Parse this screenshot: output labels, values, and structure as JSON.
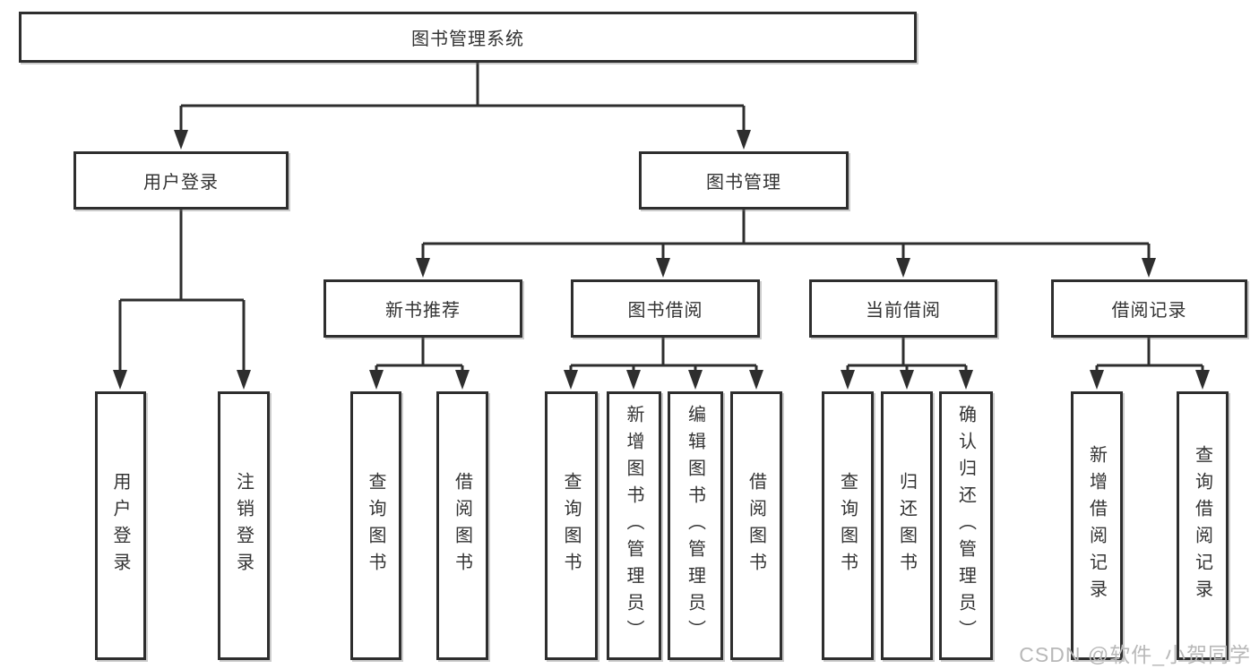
{
  "diagram": {
    "type": "hierarchy-chart",
    "line_color": "#2e2e2e",
    "box_fill": "#ffffff",
    "text_color": "#333333",
    "watermark": {
      "text": "CSDN @软件_小贺同学",
      "color": "#b8b8b8"
    },
    "tree": {
      "label": "图书管理系统",
      "children": [
        {
          "label": "用户登录",
          "children": [
            {
              "label": "用户登录"
            },
            {
              "label": "注销登录"
            }
          ]
        },
        {
          "label": "图书管理",
          "children": [
            {
              "label": "新书推荐",
              "children": [
                {
                  "label": "查询图书"
                },
                {
                  "label": "借阅图书"
                }
              ]
            },
            {
              "label": "图书借阅",
              "children": [
                {
                  "label": "查询图书"
                },
                {
                  "label": "新增图书（管理员）"
                },
                {
                  "label": "编辑图书（管理员）"
                },
                {
                  "label": "借阅图书"
                }
              ]
            },
            {
              "label": "当前借阅",
              "children": [
                {
                  "label": "查询图书"
                },
                {
                  "label": "归还图书"
                },
                {
                  "label": "确认归还（管理员）"
                }
              ]
            },
            {
              "label": "借阅记录",
              "children": [
                {
                  "label": "新增借阅记录"
                },
                {
                  "label": "查询借阅记录"
                }
              ]
            }
          ]
        }
      ]
    }
  }
}
